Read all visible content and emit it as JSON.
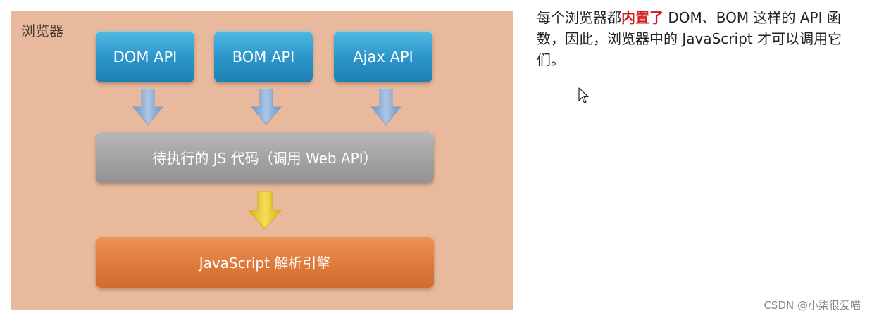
{
  "diagram": {
    "label": "浏览器",
    "apis": {
      "dom": "DOM API",
      "bom": "BOM API",
      "ajax": "Ajax API"
    },
    "js_code": "待执行的 JS 代码（调用 Web API）",
    "engine": "JavaScript 解析引擎"
  },
  "description": {
    "prefix": "每个浏览器都",
    "highlight": "内置了",
    "suffix": " DOM、BOM 这样的 API 函数，因此，浏览器中的 JavaScript 才可以调用它们。"
  },
  "watermark": "CSDN @小柒很爱喵",
  "colors": {
    "panel": "#e8b99c",
    "api_box": "#2a94c9",
    "js_box": "#a2a2a2",
    "engine_box": "#de7a3a",
    "highlight": "#d11a1a",
    "blue_arrow": "#8fb2d8",
    "yellow_arrow": "#e8c531"
  }
}
